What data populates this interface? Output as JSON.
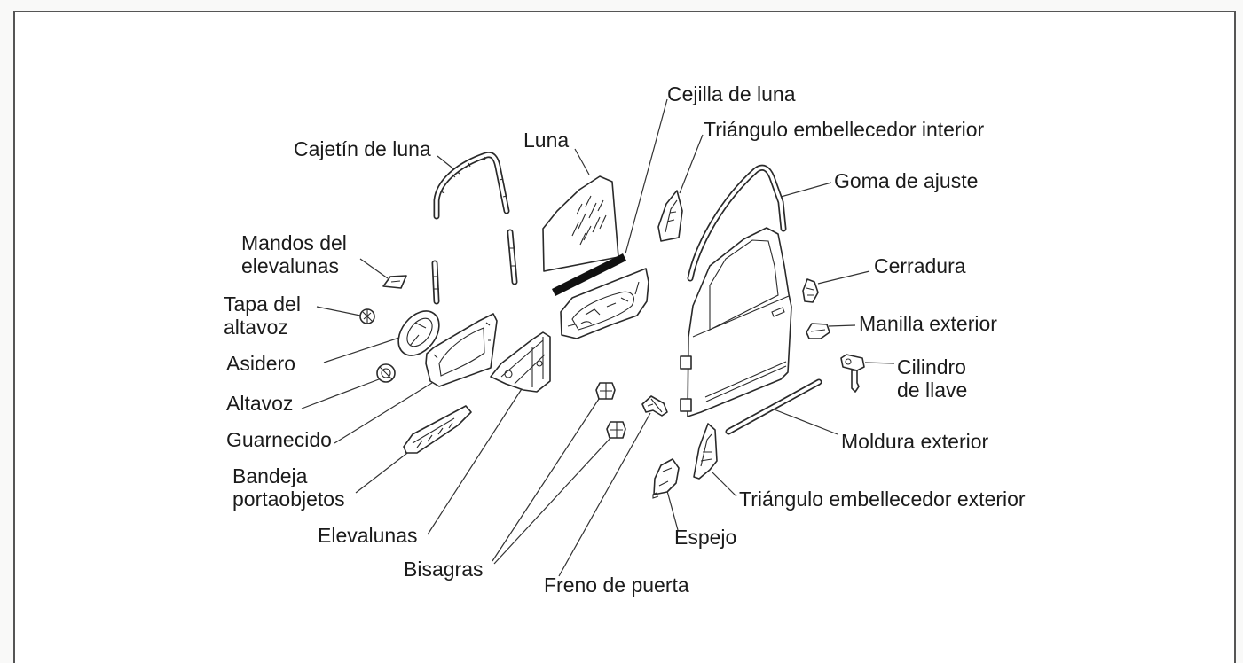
{
  "figure": {
    "labels": {
      "cajetin_de_luna": "Cajetín de luna",
      "luna": "Luna",
      "cejilla_de_luna": "Cejilla de luna",
      "triangulo_embellecedor_interior": "Triángulo embellecedor interior",
      "goma_de_ajuste": "Goma de ajuste",
      "mandos_del_elevalunas": [
        "Mandos del",
        "elevalunas"
      ],
      "cerradura": "Cerradura",
      "tapa_del_altavoz": [
        "Tapa del",
        "altavoz"
      ],
      "manilla_exterior": "Manilla exterior",
      "asidero": "Asidero",
      "cilindro_de_llave": [
        "Cilindro",
        "de llave"
      ],
      "altavoz": "Altavoz",
      "guarnecido": "Guarnecido",
      "moldura_exterior": "Moldura exterior",
      "bandeja_portaobjetos": [
        "Bandeja",
        "portaobjetos"
      ],
      "triangulo_embellecedor_exterior": "Triángulo embellecedor exterior",
      "elevalunas": "Elevalunas",
      "espejo": "Espejo",
      "bisagras": "Bisagras",
      "freno_de_puerta": "Freno de puerta"
    }
  },
  "colors": {
    "line": "#2a2a2a",
    "frame": "#555555",
    "seal": "#111111"
  }
}
